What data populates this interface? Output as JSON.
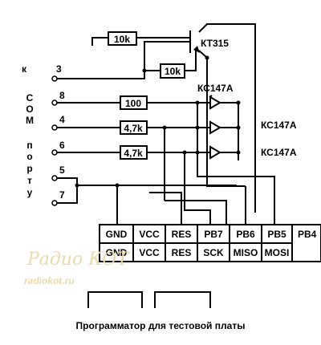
{
  "side_label": [
    "к",
    "С",
    "О",
    "М",
    "п",
    "о",
    "р",
    "т",
    "у"
  ],
  "port_pins": [
    "3",
    "8",
    "4",
    "6",
    "5",
    "7"
  ],
  "resistors": {
    "r_top": "10k",
    "r_base": "10k",
    "r_mosi": "100",
    "r_sck": "4,7k",
    "r_reset": "4,7k"
  },
  "transistor": "КТ315",
  "zeners": [
    "КС147А",
    "КС147А",
    "КС147А"
  ],
  "header_pins": {
    "top": [
      "GND",
      "VCC",
      "RES",
      "PB7",
      "PB6",
      "PB5",
      "PB4"
    ],
    "bottom": [
      "GND",
      "VCC",
      "RES",
      "SCK",
      "MISO",
      "MOSI"
    ]
  },
  "watermark": {
    "name": "Радио КОТ",
    "url": "radiokot.ru"
  },
  "caption": "Программатор для тестовой платы"
}
